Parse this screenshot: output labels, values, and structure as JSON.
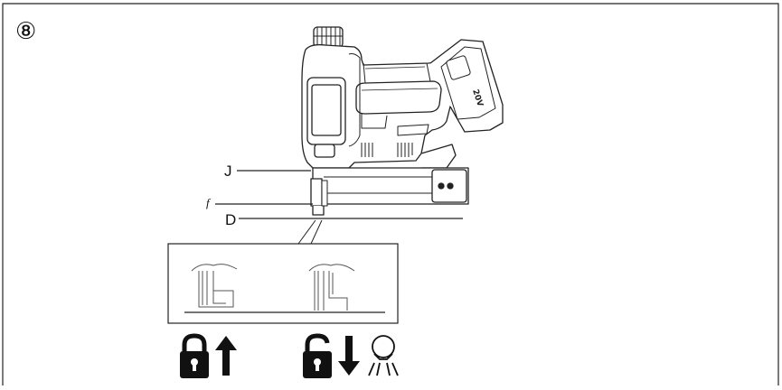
{
  "step": {
    "number": "⑧"
  },
  "labels": {
    "j": "J",
    "f": "f",
    "d": "D"
  },
  "icons": [
    "locked-padlock-icon",
    "arrow-up-icon",
    "unlocked-padlock-icon",
    "arrow-down-icon",
    "light-on-icon"
  ]
}
